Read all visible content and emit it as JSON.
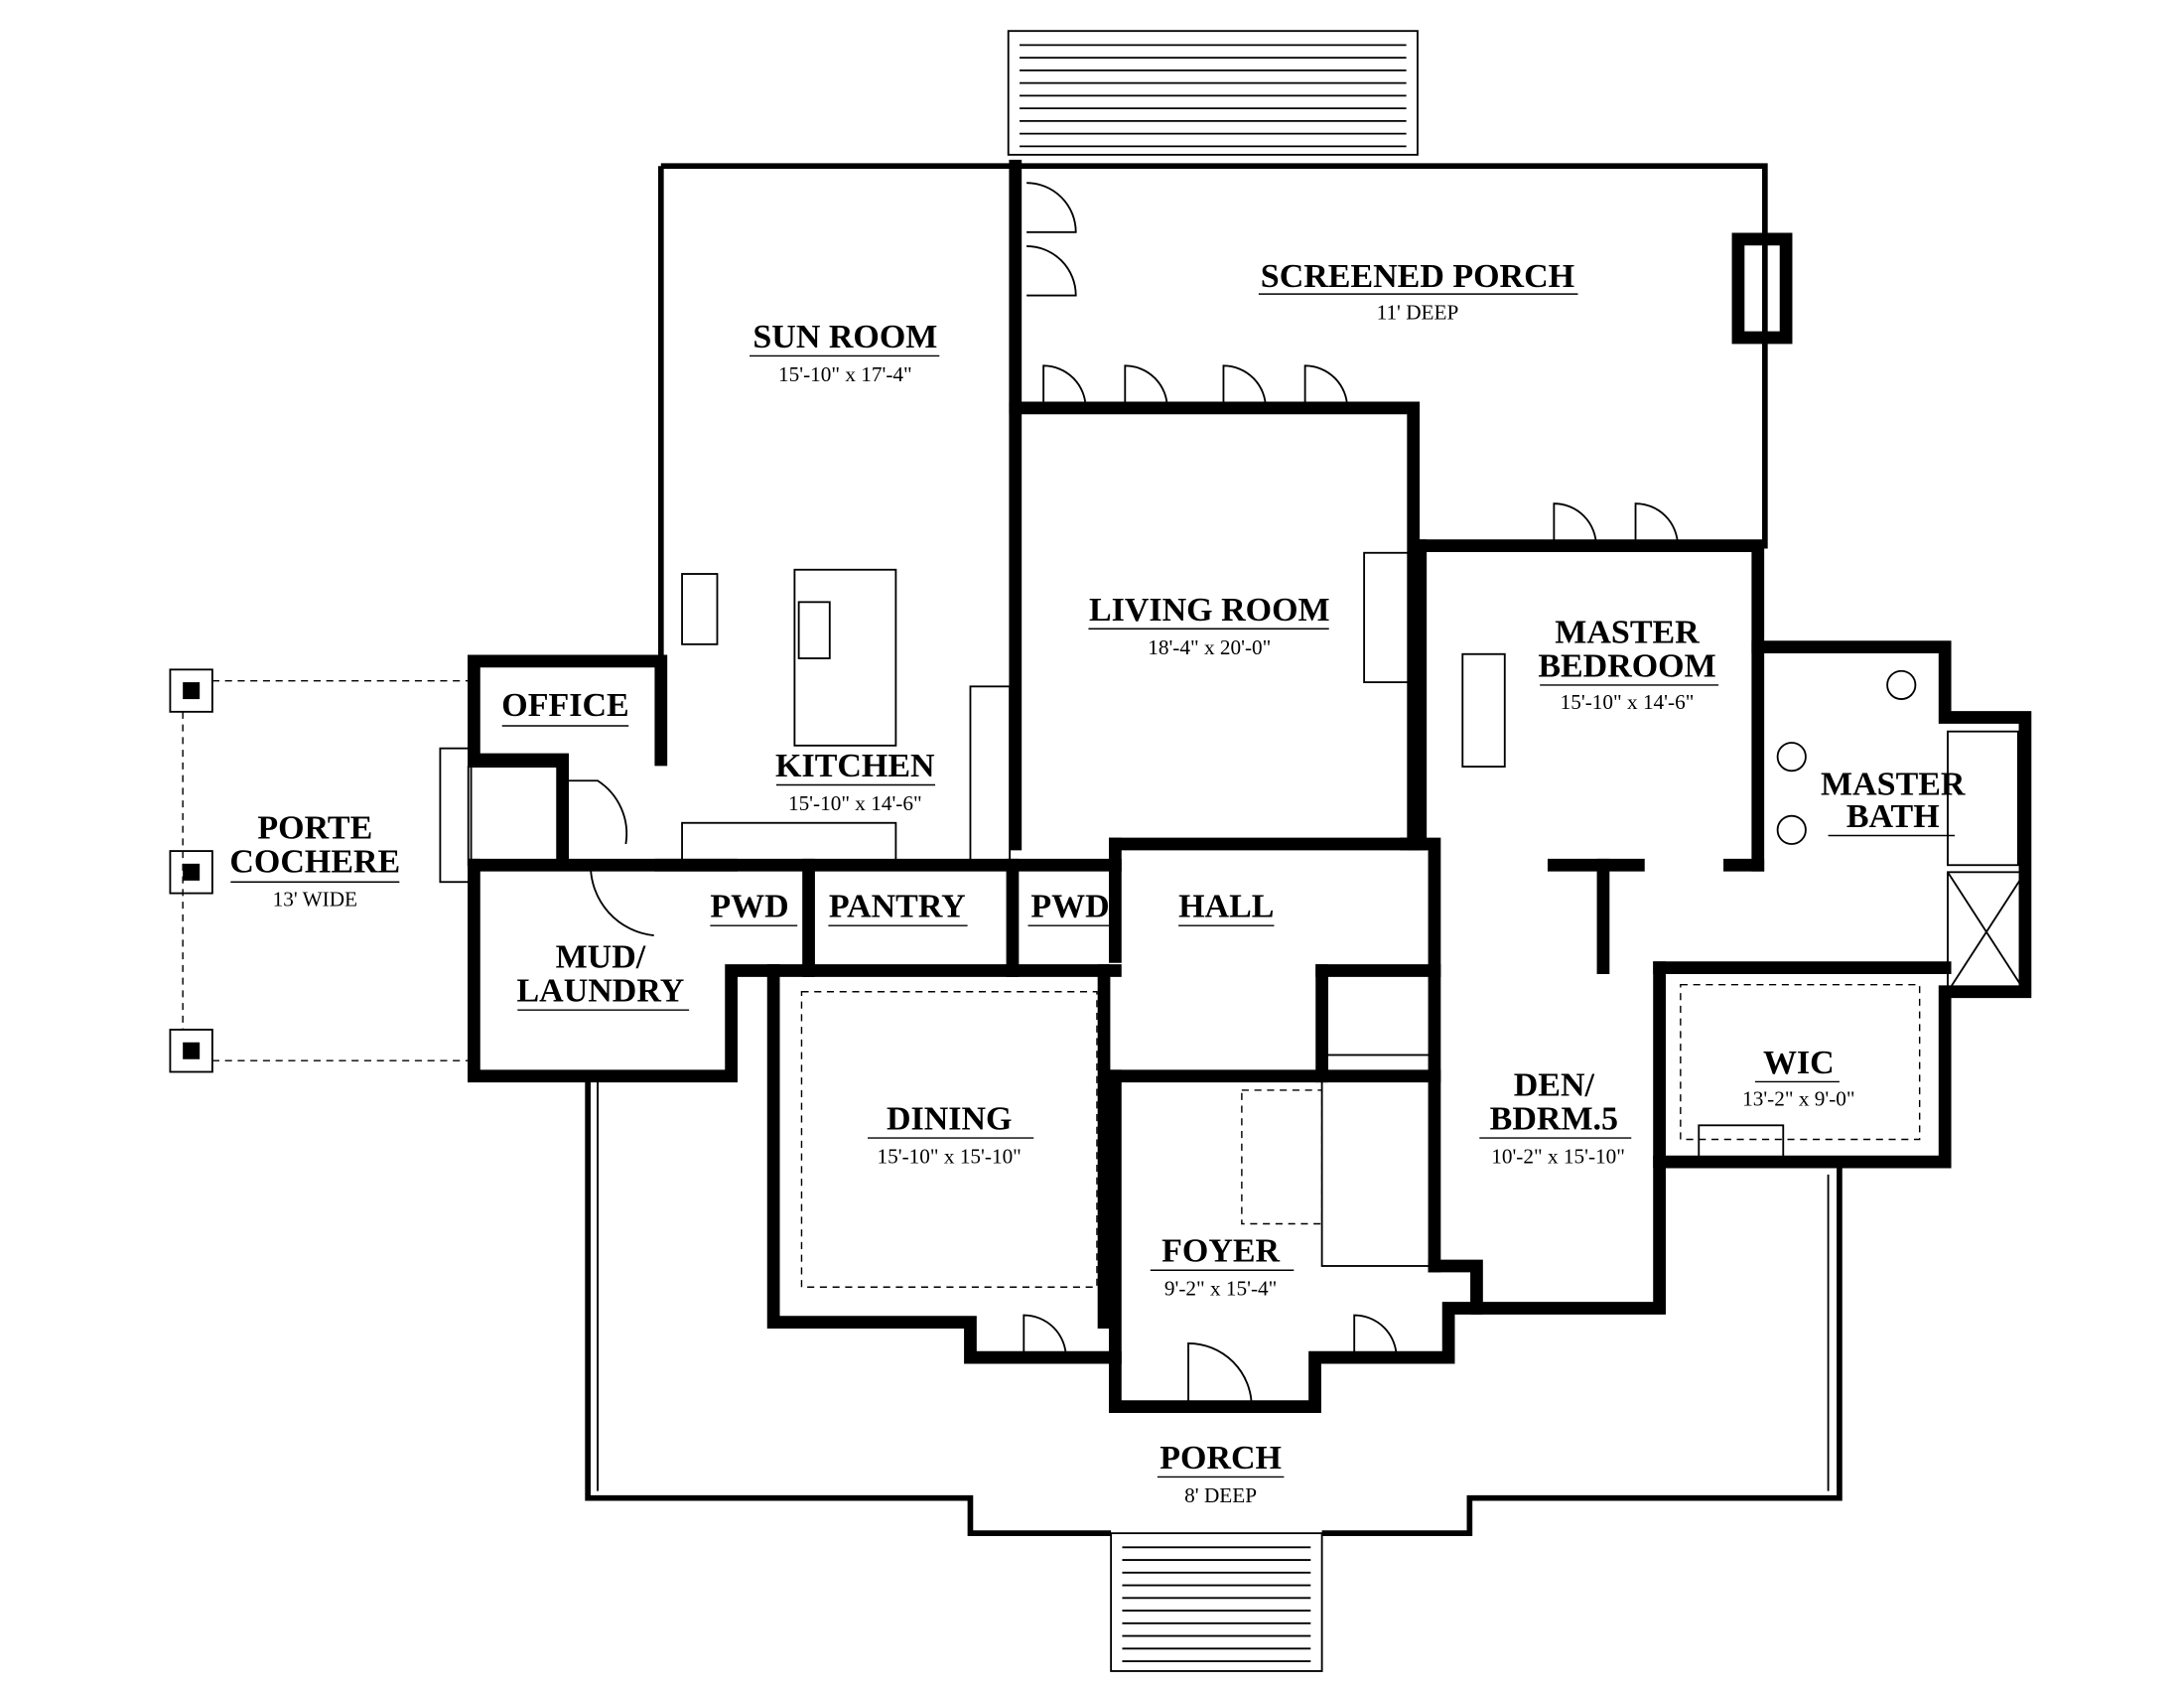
{
  "rooms": {
    "screened_porch": {
      "name": "SCREENED PORCH",
      "dims": "11' DEEP"
    },
    "sun_room": {
      "name": "SUN ROOM",
      "dims": "15'-10\" x 17'-4\""
    },
    "living_room": {
      "name": "LIVING ROOM",
      "dims": "18'-4\" x 20'-0\""
    },
    "master_bedroom": {
      "name1": "MASTER",
      "name2": "BEDROOM",
      "dims": "15'-10\" x 14'-6\""
    },
    "office": {
      "name": "OFFICE"
    },
    "kitchen": {
      "name": "KITCHEN",
      "dims": "15'-10\" x 14'-6\""
    },
    "porte_cochere": {
      "name1": "PORTE",
      "name2": "COCHERE",
      "dims": "13' WIDE"
    },
    "master_bath": {
      "name1": "MASTER",
      "name2": "BATH"
    },
    "pwd_left": {
      "name": "PWD"
    },
    "pantry": {
      "name": "PANTRY"
    },
    "pwd_right": {
      "name": "PWD"
    },
    "hall": {
      "name": "HALL"
    },
    "mud_laundry": {
      "name1": "MUD/",
      "name2": "LAUNDRY"
    },
    "wic": {
      "name": "WIC",
      "dims": "13'-2\" x 9'-0\""
    },
    "dining": {
      "name": "DINING",
      "dims": "15'-10\" x 15'-10\""
    },
    "den": {
      "name1": "DEN/",
      "name2": "BDRM.5",
      "dims": "10'-2\" x 15'-10\""
    },
    "foyer": {
      "name": "FOYER",
      "dims": "9'-2\" x 15'-4\""
    },
    "porch": {
      "name": "PORCH",
      "dims": "8' DEEP"
    }
  }
}
